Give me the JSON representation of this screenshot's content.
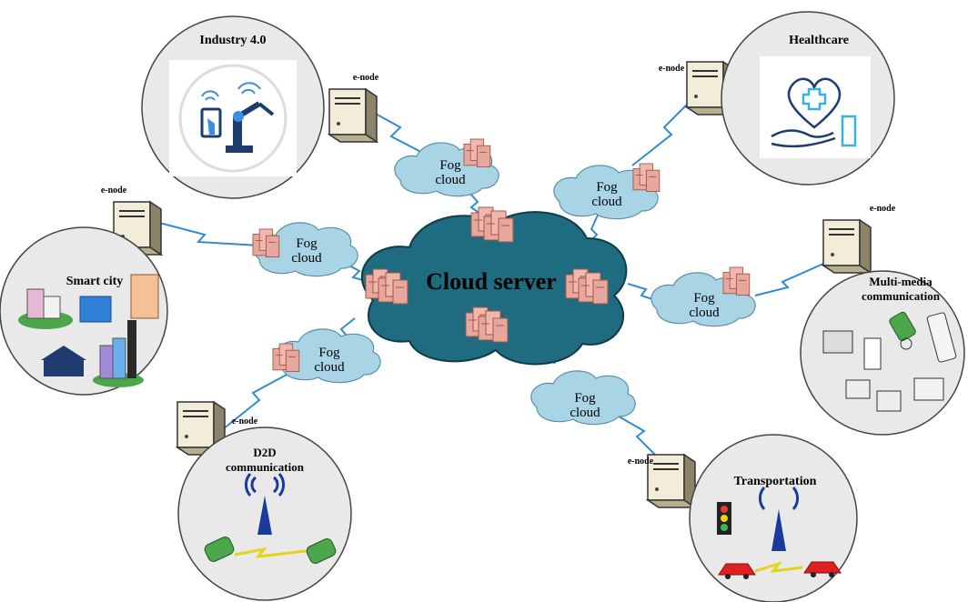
{
  "cloud_server": {
    "label": "Cloud server"
  },
  "fog": {
    "line1": "Fog",
    "line2": "cloud"
  },
  "enode_label": "e-node",
  "domains": {
    "industry": {
      "title": "Industry 4.0"
    },
    "healthcare": {
      "title": "Healthcare"
    },
    "smart_city": {
      "title": "Smart city"
    },
    "multimedia": {
      "title_line1": "Multi-media",
      "title_line2": "communication"
    },
    "d2d": {
      "title_line1": "D2D",
      "title_line2": "communication"
    },
    "transportation": {
      "title": "Transportation"
    }
  },
  "colors": {
    "cloud_server_fill": "#1f6b80",
    "fog_cloud_fill": "#a8d4e6",
    "server_rack": "#e8a79c",
    "link": "#2f8bd6",
    "domain_circle": "#e9e9e9"
  }
}
